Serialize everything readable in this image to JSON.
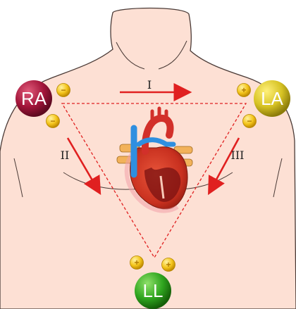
{
  "leads": {
    "ra": "RA",
    "la": "LA",
    "ll": "LL"
  },
  "roman_labels": {
    "lead_i": "I",
    "lead_ii": "II",
    "lead_iii": "III"
  },
  "electrode_signs": {
    "ra_1": "−",
    "ra_2": "−",
    "la_1": "+",
    "la_2": "−",
    "ll_1": "+",
    "ll_2": "+"
  },
  "colors": {
    "skin": "#fde0d4",
    "skin_outline": "#4a3a36",
    "arrow_red": "#e02020",
    "triangle_red": "#e02020",
    "ra_ball": "#a3153a",
    "la_ball": "#d7c324",
    "ll_ball": "#2fa51f",
    "electrode_gold": "#f4c51c"
  }
}
